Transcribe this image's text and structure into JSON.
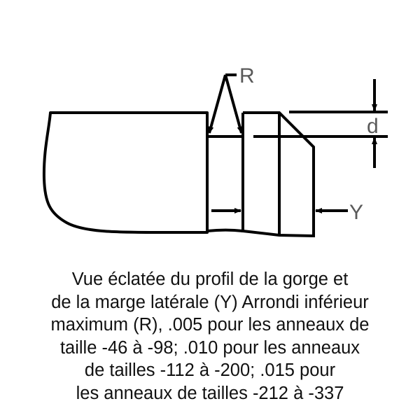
{
  "diagram": {
    "labels": {
      "radius": "R",
      "depth": "d",
      "side_margin": "Y"
    },
    "colors": {
      "line": "#000000",
      "label": "#5a5a5a",
      "background": "#ffffff"
    }
  },
  "caption": {
    "lines": [
      "Vue éclatée du profil de la gorge et",
      "de la marge latérale (Y) Arrondi inférieur",
      "maximum (R), .005 pour les anneaux de",
      "taille -46 à -98; .010 pour les anneaux",
      "de tailles -112 à -200; .015 pour",
      "les anneaux de tailles -212 à -337"
    ]
  }
}
